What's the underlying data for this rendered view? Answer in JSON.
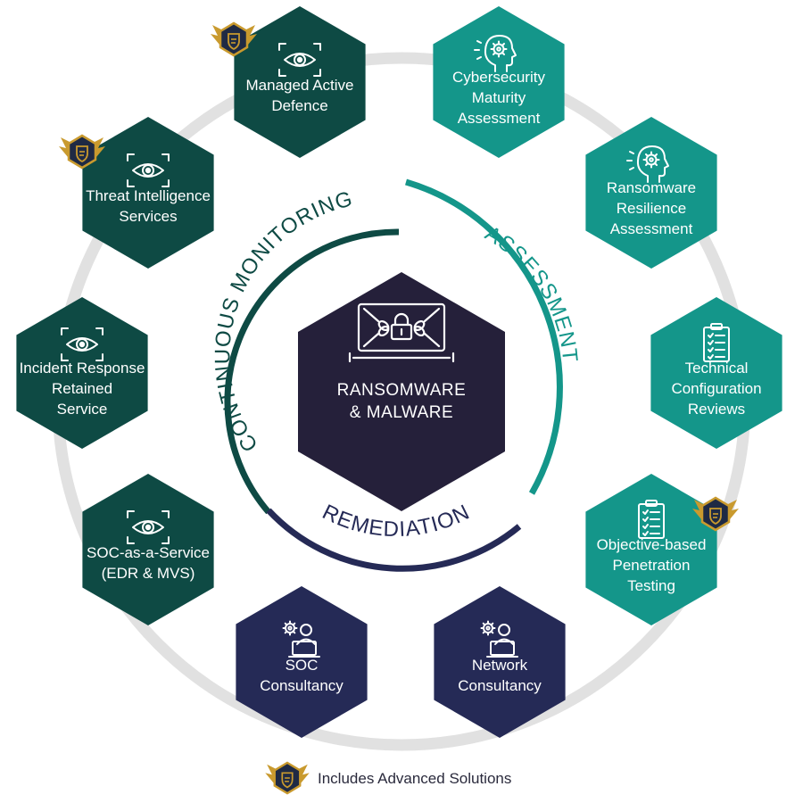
{
  "colors": {
    "dark_green": "#0e4a44",
    "teal": "#14968a",
    "navy": "#252a56",
    "center": "#25203a",
    "ring": "#e1e1e1",
    "badge_gold": "#c99a2e",
    "badge_dark": "#1f2a44"
  },
  "center": {
    "icon": "chained-padlock-icon",
    "lines": [
      "RANSOMWARE",
      "& MALWARE"
    ]
  },
  "phases": {
    "assessment": "ASSESSMENT",
    "remediation": "REMEDIATION",
    "continuous_monitoring": "CONTINUOUS MONITORING"
  },
  "services": [
    {
      "name": "managed-active-defence",
      "group": "continuous_monitoring",
      "icon": "eye-icon",
      "badge": true,
      "lines": [
        "Managed Active",
        "Defence"
      ]
    },
    {
      "name": "cybersecurity-maturity-assessment",
      "group": "assessment",
      "icon": "head-gear-icon",
      "badge": false,
      "lines": [
        "Cybersecurity",
        "Maturity",
        "Assessment"
      ]
    },
    {
      "name": "ransomware-resilience-assessment",
      "group": "assessment",
      "icon": "head-gear-icon",
      "badge": false,
      "lines": [
        "Ransomware",
        "Resilience",
        "Assessment"
      ]
    },
    {
      "name": "technical-configuration-reviews",
      "group": "assessment",
      "icon": "clipboard-checklist-icon",
      "badge": false,
      "lines": [
        "Technical",
        "Configuration",
        "Reviews"
      ]
    },
    {
      "name": "objective-based-penetration-testing",
      "group": "assessment",
      "icon": "clipboard-checklist-icon",
      "badge": true,
      "lines": [
        "Objective-based",
        "Penetration",
        "Testing"
      ]
    },
    {
      "name": "network-consultancy",
      "group": "remediation",
      "icon": "consultant-laptop-icon",
      "badge": false,
      "lines": [
        "Network",
        "Consultancy"
      ]
    },
    {
      "name": "soc-consultancy",
      "group": "remediation",
      "icon": "consultant-laptop-icon",
      "badge": false,
      "lines": [
        "SOC",
        "Consultancy"
      ]
    },
    {
      "name": "soc-as-a-service",
      "group": "continuous_monitoring",
      "icon": "eye-icon",
      "badge": false,
      "lines": [
        "SOC-as-a-Service",
        "(EDR & MVS)"
      ]
    },
    {
      "name": "incident-response-retained-service",
      "group": "continuous_monitoring",
      "icon": "eye-icon",
      "badge": false,
      "lines": [
        "Incident Response",
        "Retained",
        "Service"
      ]
    },
    {
      "name": "threat-intelligence-services",
      "group": "continuous_monitoring",
      "icon": "eye-icon",
      "badge": true,
      "lines": [
        "Threat Intelligence",
        "Services"
      ]
    }
  ],
  "legend": {
    "icon": "advanced-solutions-badge-icon",
    "text": "Includes Advanced Solutions"
  }
}
